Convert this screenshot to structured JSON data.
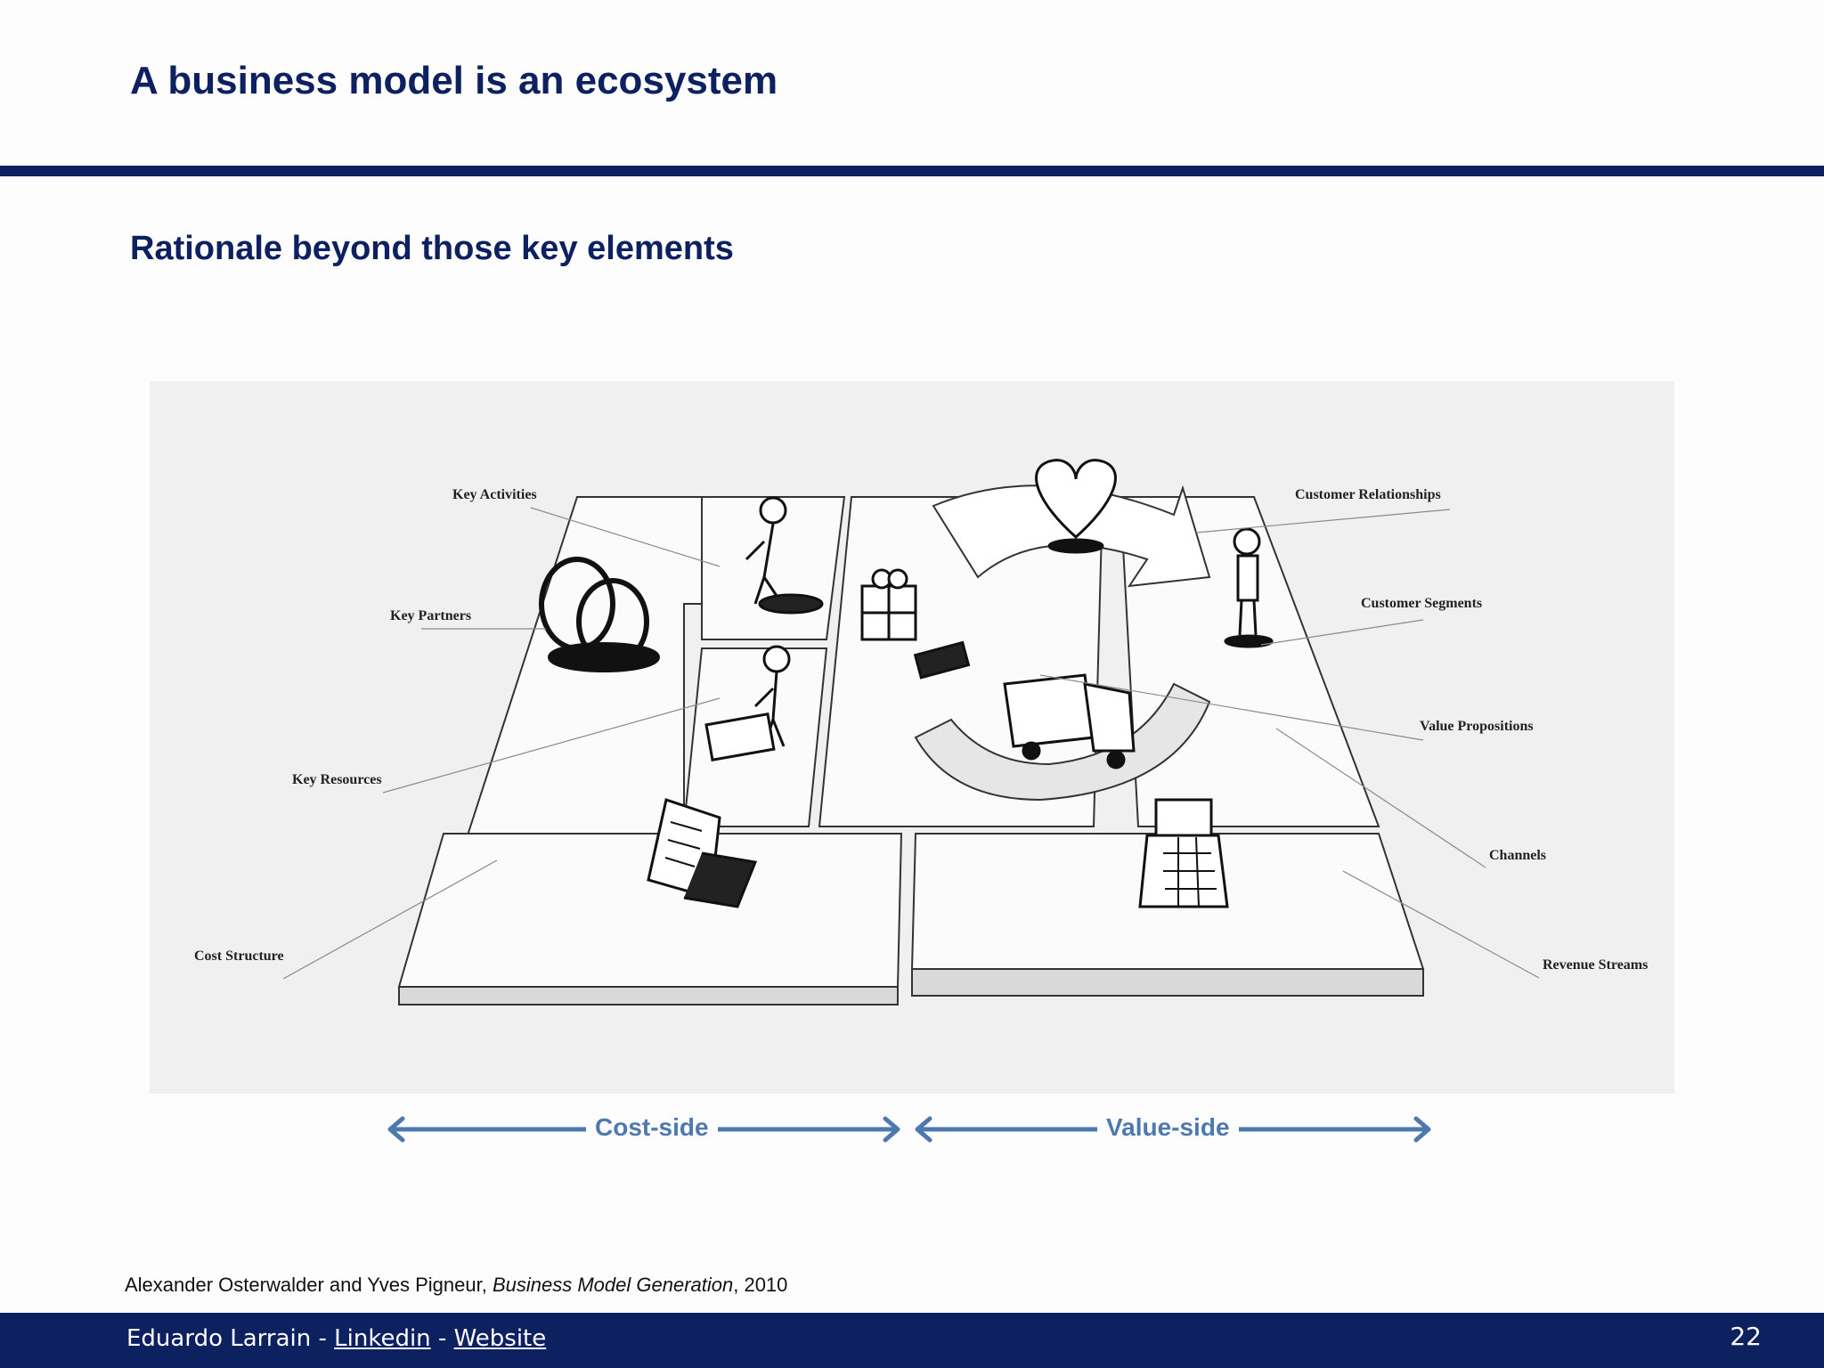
{
  "slide": {
    "title": "A business model is an ecosystem",
    "subtitle": "Rationale beyond those key elements"
  },
  "canvas": {
    "labels": {
      "key_activities": "Key Activities",
      "key_partners": "Key Partners",
      "key_resources": "Key Resources",
      "cost_structure": "Cost Structure",
      "customer_relationships": "Customer Relationships",
      "customer_segments": "Customer Segments",
      "value_propositions": "Value Propositions",
      "channels": "Channels",
      "revenue_streams": "Revenue Streams"
    },
    "icons": [
      "rings-icon",
      "digging-person-icon",
      "worker-with-box-icon",
      "invoice-icon",
      "gift-icon",
      "heart-icon",
      "truck-icon",
      "customer-person-icon",
      "cash-register-icon"
    ]
  },
  "sides": {
    "cost": "Cost-side",
    "value": "Value-side",
    "arrow_color": "#4d79b0"
  },
  "citation": {
    "authors": "Alexander Osterwalder and Yves Pigneur,",
    "book": "Business Model Generation",
    "year": ", 2010"
  },
  "footer": {
    "author": "Eduardo Larrain -",
    "linkedin": "Linkedin",
    "separator": "-",
    "website": "Website",
    "page": "22"
  },
  "colors": {
    "brand": "#0d2060",
    "accent": "#4d79b0"
  }
}
